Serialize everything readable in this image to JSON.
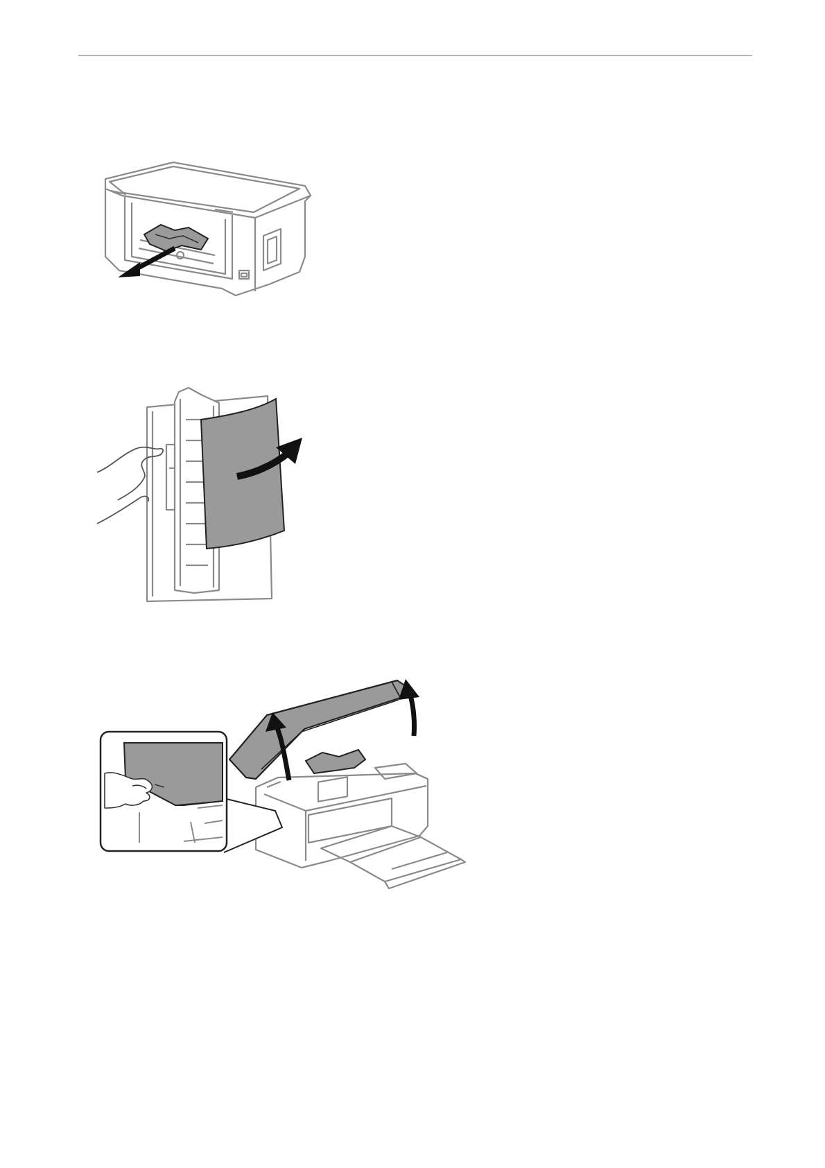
{
  "page": {
    "background": "#ffffff",
    "rule_color": "#b5b5b5"
  },
  "figures": [
    {
      "id": "fig1",
      "subject": "paper-jam-rear-removal",
      "icon": "printer-rear-with-jammed-paper"
    },
    {
      "id": "fig2",
      "subject": "rear-cover-paper-removal",
      "icon": "rear-cover-with-paper-sheet"
    },
    {
      "id": "fig3",
      "subject": "open-scanner-unit",
      "icon": "printer-with-open-scanner-unit"
    }
  ],
  "colors": {
    "line": "#8a8a8a",
    "dark_line": "#222222",
    "paper_fill": "#9a9a9a",
    "arrow": "#111111"
  }
}
